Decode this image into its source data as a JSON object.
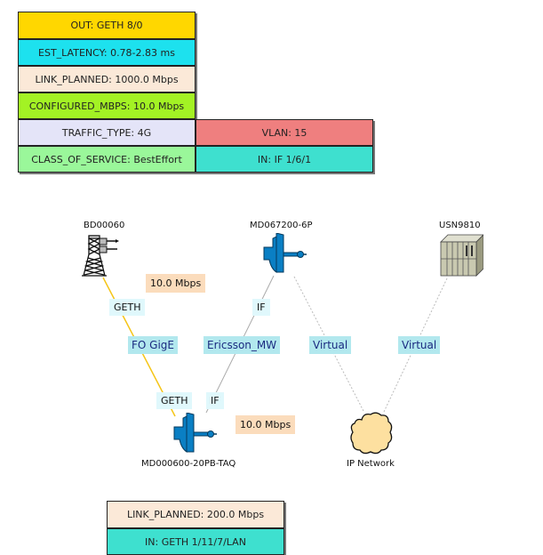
{
  "top_table": {
    "rows": [
      {
        "left": "OUT: GETH 8/0",
        "left_color": "#ffd700"
      },
      {
        "left": "EST_LATENCY: 0.78-2.83 ms",
        "left_color": "#1de1ee"
      },
      {
        "left": "LINK_PLANNED: 1000.0 Mbps",
        "left_color": "#fbe9d8"
      },
      {
        "left": "CONFIGURED_MBPS: 10.0 Mbps",
        "left_color": "#a3f224"
      },
      {
        "left": "TRAFFIC_TYPE: 4G",
        "left_color": "#e4e4f8",
        "right": "VLAN: 15",
        "right_color": "#ef7f7f"
      },
      {
        "left": "CLASS_OF_SERVICE: BestEffort",
        "left_color": "#9af79a",
        "right": "IN: IF 1/6/1",
        "right_color": "#3ee0cf"
      }
    ]
  },
  "bottom_table": {
    "rows": [
      {
        "text": "LINK_PLANNED: 200.0 Mbps",
        "color": "#fbe9d8"
      },
      {
        "text": "IN: GETH 1/11/7/LAN",
        "color": "#3ee0cf"
      }
    ]
  },
  "nodes": {
    "tower": {
      "name": "BD00060",
      "icon": "cell-tower-icon"
    },
    "mw_top": {
      "name": "MD067200-6P",
      "icon": "microwave-dish-icon"
    },
    "usn": {
      "name": "USN9810",
      "icon": "server-rack-icon"
    },
    "mw_bottom": {
      "name": "MD000600-20PB-TAQ",
      "icon": "microwave-dish-icon"
    },
    "cloud": {
      "name": "IP Network",
      "icon": "cloud-icon"
    }
  },
  "links": {
    "fo_gige": {
      "name": "FO GigE",
      "color": "#f5c518",
      "port_a": "GETH",
      "port_b": "GETH",
      "rate": "10.0 Mbps"
    },
    "ericsson_mw": {
      "name": "Ericsson_MW",
      "color": "#aaaaaa",
      "port_a": "IF",
      "port_b": "IF",
      "rate": "10.0 Mbps"
    },
    "virtual_1": {
      "name": "Virtual",
      "color": "#bbbbbb"
    },
    "virtual_2": {
      "name": "Virtual",
      "color": "#bbbbbb"
    }
  },
  "colors": {
    "dish_blue": "#0a7fc4",
    "cloud_fill": "#fde0a0",
    "rack_fill": "#c9c9b0"
  }
}
